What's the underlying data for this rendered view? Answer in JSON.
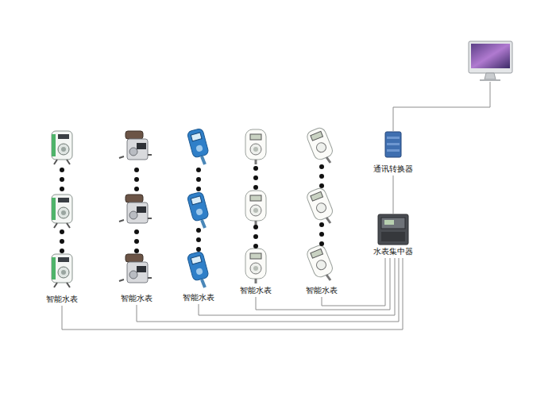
{
  "diagram": {
    "nodes": [
      {
        "text": [
          "智能水表"
        ]
      },
      {
        "text": [
          "智能水表"
        ]
      },
      {
        "text": [
          "智能水表"
        ]
      },
      {
        "text": [
          "智能水表"
        ]
      },
      {
        "text": [
          "智能水表"
        ]
      },
      {
        "text": [
          "通讯转换器"
        ]
      },
      {
        "text": [
          "水表集中器"
        ]
      }
    ],
    "edges": [
      {
        "from": 5,
        "to": 6,
        "arrow": "none"
      },
      {
        "from": 6,
        "to": 0,
        "arrow": "none"
      },
      {
        "from": 6,
        "to": 1,
        "arrow": "none"
      },
      {
        "from": 6,
        "to": 2,
        "arrow": "none"
      },
      {
        "from": 6,
        "to": 3,
        "arrow": "none"
      },
      {
        "from": 6,
        "to": 4,
        "arrow": "none"
      }
    ]
  }
}
